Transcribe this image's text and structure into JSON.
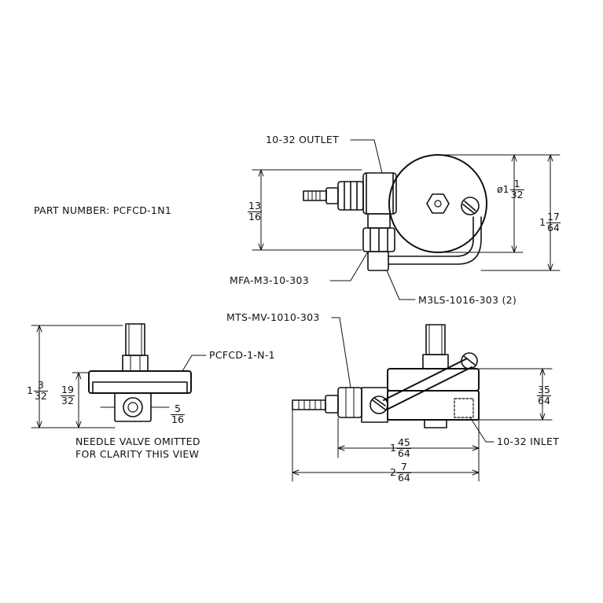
{
  "part_number": "PART NUMBER: PCFCD-1N1",
  "callouts": {
    "outlet": "10-32 OUTLET",
    "mfa": "MFA-M3-10-303",
    "m3ls": "M3LS-1016-303 (2)",
    "mts": "MTS-MV-1010-303",
    "pcfcd": "PCFCD-1-N-1",
    "inlet": "10-32 INLET"
  },
  "note": {
    "line1": "NEEDLE VALVE OMITTED",
    "line2": "FOR CLARITY THIS VIEW"
  },
  "dimensions": {
    "top_height": {
      "whole": "",
      "num": "13",
      "den": "16"
    },
    "diameter": {
      "prefix": "ø1",
      "num": "1",
      "den": "32"
    },
    "top_overall": {
      "whole": "1",
      "num": "17",
      "den": "64"
    },
    "left_overall": {
      "whole": "1",
      "num": "3",
      "den": "32"
    },
    "left_inner": {
      "whole": "",
      "num": "19",
      "den": "32"
    },
    "left_port": {
      "whole": "",
      "num": "5",
      "den": "16"
    },
    "front_height": {
      "whole": "",
      "num": "35",
      "den": "64"
    },
    "front_width": {
      "whole": "1",
      "num": "45",
      "den": "64"
    },
    "front_overall": {
      "whole": "2",
      "num": "7",
      "den": "64"
    }
  }
}
